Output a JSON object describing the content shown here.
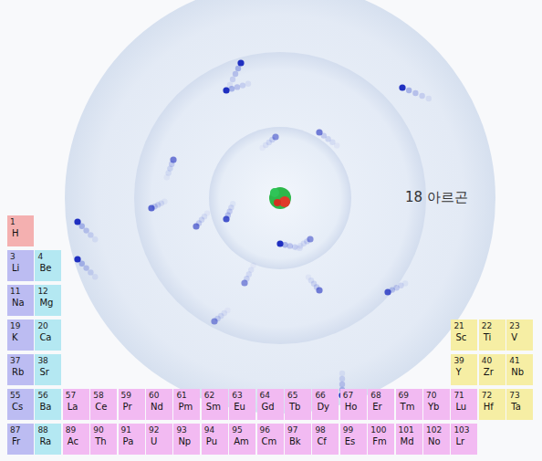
{
  "diagram": {
    "nodes": [
      {
        "text": [
          "1",
          "H"
        ]
      },
      {
        "text": [
          "3",
          "Li"
        ]
      },
      {
        "text": [
          "4",
          "Be"
        ]
      },
      {
        "text": [
          "11",
          "Na"
        ]
      },
      {
        "text": [
          "12",
          "Mg"
        ]
      },
      {
        "text": [
          "19",
          "K"
        ]
      },
      {
        "text": [
          "20",
          "Ca"
        ]
      },
      {
        "text": [
          "21",
          "Sc"
        ]
      },
      {
        "text": [
          "22",
          "Ti"
        ]
      },
      {
        "text": [
          "23",
          "V"
        ]
      },
      {
        "text": [
          "37",
          "Rb"
        ]
      },
      {
        "text": [
          "38",
          "Sr"
        ]
      },
      {
        "text": [
          "39",
          "Y"
        ]
      },
      {
        "text": [
          "40",
          "Zr"
        ]
      },
      {
        "text": [
          "41",
          "Nb"
        ]
      },
      {
        "text": [
          "55",
          "Cs"
        ]
      },
      {
        "text": [
          "56",
          "Ba"
        ]
      },
      {
        "text": [
          "57",
          "La"
        ]
      },
      {
        "text": [
          "58",
          "Ce"
        ]
      },
      {
        "text": [
          "59",
          "Pr"
        ]
      },
      {
        "text": [
          "60",
          "Nd"
        ]
      },
      {
        "text": [
          "61",
          "Pm"
        ]
      },
      {
        "text": [
          "62",
          "Sm"
        ]
      },
      {
        "text": [
          "63",
          "Eu"
        ]
      },
      {
        "text": [
          "64",
          "Gd"
        ]
      },
      {
        "text": [
          "65",
          "Tb"
        ]
      },
      {
        "text": [
          "66",
          "Dy"
        ]
      },
      {
        "text": [
          "67",
          "Ho"
        ]
      },
      {
        "text": [
          "68",
          "Er"
        ]
      },
      {
        "text": [
          "69",
          "Tm"
        ]
      },
      {
        "text": [
          "70",
          "Yb"
        ]
      },
      {
        "text": [
          "71",
          "Lu"
        ]
      },
      {
        "text": [
          "72",
          "Hf"
        ]
      },
      {
        "text": [
          "73",
          "Ta"
        ]
      },
      {
        "text": [
          "87",
          "Fr"
        ]
      },
      {
        "text": [
          "88",
          "Ra"
        ]
      },
      {
        "text": [
          "89",
          "Ac"
        ]
      },
      {
        "text": [
          "90",
          "Th"
        ]
      },
      {
        "text": [
          "91",
          "Pa"
        ]
      },
      {
        "text": [
          "92",
          "U"
        ]
      },
      {
        "text": [
          "93",
          "Np"
        ]
      },
      {
        "text": [
          "94",
          "Pu"
        ]
      },
      {
        "text": [
          "95",
          "Am"
        ]
      },
      {
        "text": [
          "96",
          "Cm"
        ]
      },
      {
        "text": [
          "97",
          "Bk"
        ]
      },
      {
        "text": [
          "98",
          "Cf"
        ]
      },
      {
        "text": [
          "99",
          "Es"
        ]
      },
      {
        "text": [
          "100",
          "Fm"
        ]
      },
      {
        "text": [
          "101",
          "Md"
        ]
      },
      {
        "text": [
          "102",
          "No"
        ]
      },
      {
        "text": [
          "103",
          "Lr"
        ]
      }
    ],
    "labels": [
      "18 아르곤"
    ]
  }
}
